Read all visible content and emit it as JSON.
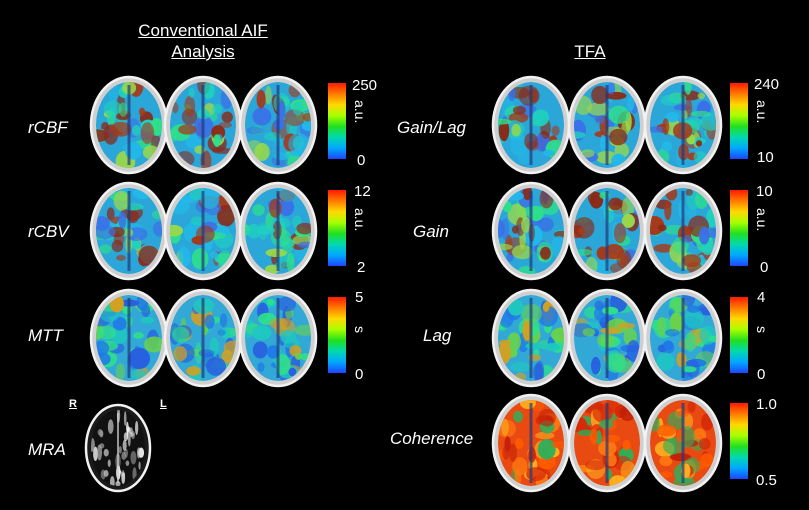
{
  "headers": {
    "aif_line1": "Conventional AIF",
    "aif_line2": "Analysis",
    "tfa": "TFA"
  },
  "left_rows": [
    {
      "label": "rCBF",
      "max": "250",
      "min": "0",
      "unit": "a.u."
    },
    {
      "label": "rCBV",
      "max": "12",
      "min": "2",
      "unit": "a.u."
    },
    {
      "label": "MTT",
      "max": "5",
      "min": "0",
      "unit": "s"
    }
  ],
  "right_rows": [
    {
      "label": "Gain/Lag",
      "max": "240",
      "min": "10",
      "unit": "a.u."
    },
    {
      "label": "Gain",
      "max": "10",
      "min": "0",
      "unit": "a.u."
    },
    {
      "label": "Lag",
      "max": "4",
      "min": "0",
      "unit": "s"
    },
    {
      "label": "Coherence",
      "max": "1.0",
      "min": "0.5",
      "unit": ""
    }
  ],
  "mra": {
    "label": "MRA",
    "right_marker": "R",
    "left_marker": "L"
  }
}
